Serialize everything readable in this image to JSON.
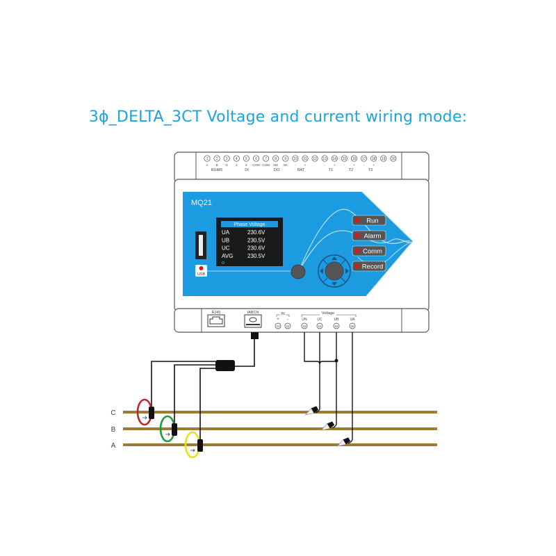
{
  "title": "3ϕ_DELTA_3CT Voltage and current wiring mode:",
  "device": {
    "model": "MQ21",
    "top_terminals": {
      "numbers": [
        "1",
        "2",
        "3",
        "4",
        "5",
        "6",
        "7",
        "8",
        "9",
        "10",
        "11",
        "12",
        "13",
        "14",
        "15",
        "16",
        "17",
        "18",
        "19",
        "20"
      ],
      "pin_labels": [
        "A",
        "B",
        "G",
        "1",
        "2",
        "COM",
        "COM",
        "NO",
        "NC",
        "-",
        "+",
        "",
        "-",
        "+",
        "-",
        "+",
        "-",
        "+",
        "",
        ""
      ],
      "groups": [
        "RS485",
        "DI",
        "DO",
        "BAT",
        "T1",
        "T2",
        "T3"
      ]
    },
    "screen": {
      "header": "Phase Voltage",
      "rows": [
        {
          "label": "UA",
          "value": "230.6V"
        },
        {
          "label": "UB",
          "value": "230.5V"
        },
        {
          "label": "UC",
          "value": "230.6V"
        },
        {
          "label": "AVG",
          "value": "230.5V"
        }
      ]
    },
    "usb_label": "USB",
    "indicators": [
      "Run",
      "Alarm",
      "Comm",
      "Record"
    ],
    "bottom_ports": {
      "rj45": "RJ45",
      "current_input": "IABCN",
      "in_group": "IN",
      "in_pins": [
        "+",
        "-"
      ],
      "in_numbers": [
        "21",
        "22"
      ],
      "voltage_group": "Voltage",
      "voltage_pins": [
        "UN",
        "UC",
        "UB",
        "UA"
      ],
      "voltage_numbers": [
        "23",
        "24",
        "25",
        "26"
      ]
    },
    "colors": {
      "panel_blue": "#1c9be0",
      "indicator_led": "#e01515",
      "indicator_bg": "#555555"
    }
  },
  "phases": {
    "labels": [
      "C",
      "B",
      "A"
    ],
    "ct_colors": [
      "#c0242c",
      "#1e9b3a",
      "#e8e020"
    ],
    "bus_color": "#a07a35"
  }
}
